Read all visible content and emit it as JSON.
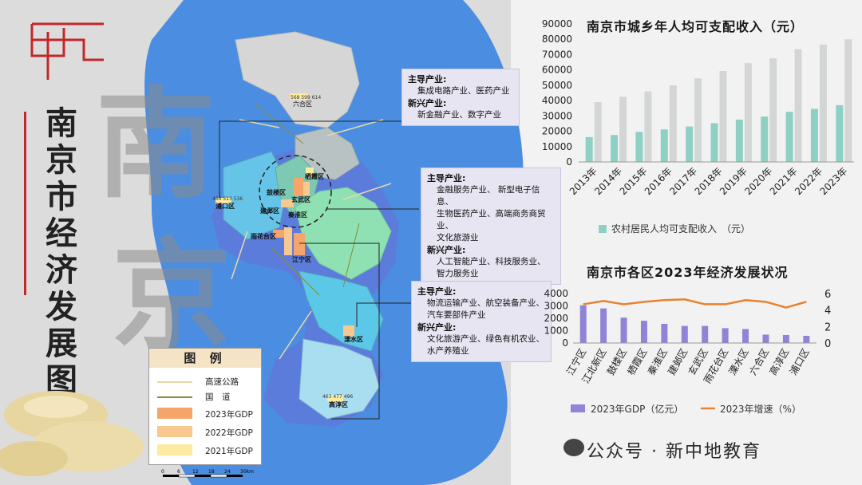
{
  "page_title_chars": [
    "南",
    "京",
    "市",
    "经",
    "济",
    "发",
    "展",
    "图"
  ],
  "watermark": "公众号 · 新中地教育",
  "legend": {
    "title": "图 例",
    "items": [
      {
        "label": "高速公路",
        "kind": "line",
        "color": "#e8d9a8"
      },
      {
        "label": "国　道",
        "kind": "line",
        "color": "#8c8a3c"
      },
      {
        "label": "2023年GDP",
        "kind": "box",
        "color": "#f5a56a"
      },
      {
        "label": "2022年GDP",
        "kind": "box",
        "color": "#f8c88e"
      },
      {
        "label": "2021年GDP",
        "kind": "box",
        "color": "#fbeaa0"
      }
    ]
  },
  "scale_bar": {
    "ticks": [
      "0",
      "6",
      "12",
      "18",
      "24",
      "30km"
    ]
  },
  "map_labels": {
    "liuhe": "六合区",
    "liuhe_values": "568  599  614",
    "qixia": "栖霞区",
    "gulou": "鼓楼区",
    "xuanwu": "玄武区",
    "qinhuai": "秦淮区",
    "jianye": "建邺区",
    "yuhuatai": "雨花台区",
    "jiangning": "江宁区",
    "pukou": "浦口区",
    "pukou_values": "464  513  536",
    "lishui": "溧水区",
    "gaochun": "高淳区",
    "gaochun_values": "463  477  496"
  },
  "callouts": [
    {
      "heading1": "主导产业:",
      "items1": [
        "集成电路产业、医药产业"
      ],
      "heading2": "新兴产业:",
      "items2": [
        "新金融产业、数字产业"
      ]
    },
    {
      "heading1": "主导产业:",
      "items1": [
        "金融服务产业、 新型电子信息、",
        "生物医药产业、高端商务商贸业、",
        "文化旅游业"
      ],
      "heading2": "新兴产业:",
      "items2": [
        "人工智能产业、科技服务业、",
        "智力服务业"
      ]
    },
    {
      "heading1": "主导产业:",
      "items1": [
        "物流运输产业、航空装备产业、",
        "汽车要部件产业"
      ],
      "heading2": "新兴产业:",
      "items2": [
        "文化旅游产业、绿色有机农业、",
        "水产养殖业"
      ]
    }
  ],
  "chart_data": [
    {
      "type": "bar",
      "title": "南京市城乡年人均可支配收入（元）",
      "categories": [
        "2013年",
        "2014年",
        "2015年",
        "2016年",
        "2017年",
        "2018年",
        "2019年",
        "2020年",
        "2021年",
        "2022年",
        "2023年"
      ],
      "series": [
        {
          "values": [
            39000,
            42500,
            46000,
            49900,
            54500,
            59300,
            64400,
            67600,
            73600,
            76600,
            80000
          ],
          "color": "#d4d6d6"
        },
        {
          "name": "农村居民人均可支配收入　（元）",
          "values": [
            16200,
            17600,
            19600,
            21200,
            23100,
            25300,
            27600,
            29600,
            32700,
            34600,
            37000
          ],
          "color": "#8ed0c4"
        }
      ],
      "ylim": [
        0,
        90000
      ],
      "yticks": [
        "0",
        "10000",
        "20000",
        "30000",
        "40000",
        "50000",
        "60000",
        "70000",
        "80000",
        "90000"
      ],
      "legend": "bottom"
    },
    {
      "type": "bar+line",
      "title": "南京市各区2023年经济发展状况",
      "categories": [
        "江宁区",
        "江北新区",
        "鼓楼区",
        "栖霞区",
        "秦淮区",
        "建邺区",
        "玄武区",
        "雨花台区",
        "溧水区",
        "六合区",
        "高淳区",
        "浦口区"
      ],
      "series": [
        {
          "name": "2023年GDP（亿元）",
          "type": "bar",
          "axis": "left",
          "values": [
            3050,
            2800,
            2050,
            1800,
            1550,
            1380,
            1380,
            1200,
            1130,
            680,
            650,
            580
          ],
          "color": "#8f84d6"
        },
        {
          "name": "2023年增速（%）",
          "type": "line",
          "axis": "right",
          "values": [
            4.7,
            5.1,
            4.7,
            5.0,
            5.2,
            5.3,
            4.7,
            4.7,
            5.2,
            5.0,
            4.3,
            5.0
          ],
          "color": "#e8822e"
        }
      ],
      "ylim_left": [
        0,
        4000
      ],
      "yticks_left": [
        "0",
        "1000",
        "2000",
        "3000",
        "4000"
      ],
      "ylim_right": [
        0,
        6
      ],
      "yticks_right": [
        "0",
        "2",
        "4",
        "6"
      ],
      "legend": "bottom"
    }
  ]
}
